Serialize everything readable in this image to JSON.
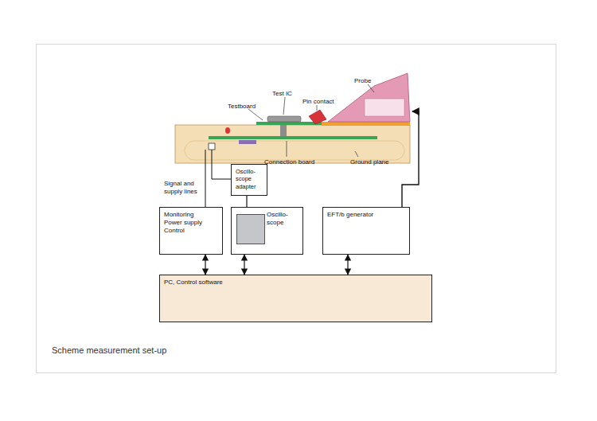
{
  "diagram": {
    "caption": "Scheme measurement set-up",
    "nodes": [
      {
        "text": [
          "Monitoring Power supply Control"
        ]
      },
      {
        "text": [
          "Oscillo- scope adapter"
        ]
      },
      {
        "text": [
          "Oscillo- scope"
        ]
      },
      {
        "text": [
          "EFT/b generator"
        ]
      },
      {
        "text": [
          "PC, Control software"
        ]
      }
    ],
    "edges": [
      {
        "from": 0,
        "to": 4,
        "arrow": "both"
      },
      {
        "from": 2,
        "to": 4,
        "arrow": "both"
      },
      {
        "from": 3,
        "to": 4,
        "arrow": "both"
      },
      {
        "from": 1,
        "to": 2,
        "arrow": "none"
      }
    ],
    "labels": [
      "Probe",
      "Test IC",
      "Pin contact",
      "Testboard",
      "Connection board",
      "Ground plane",
      "Signal and supply lines"
    ]
  }
}
